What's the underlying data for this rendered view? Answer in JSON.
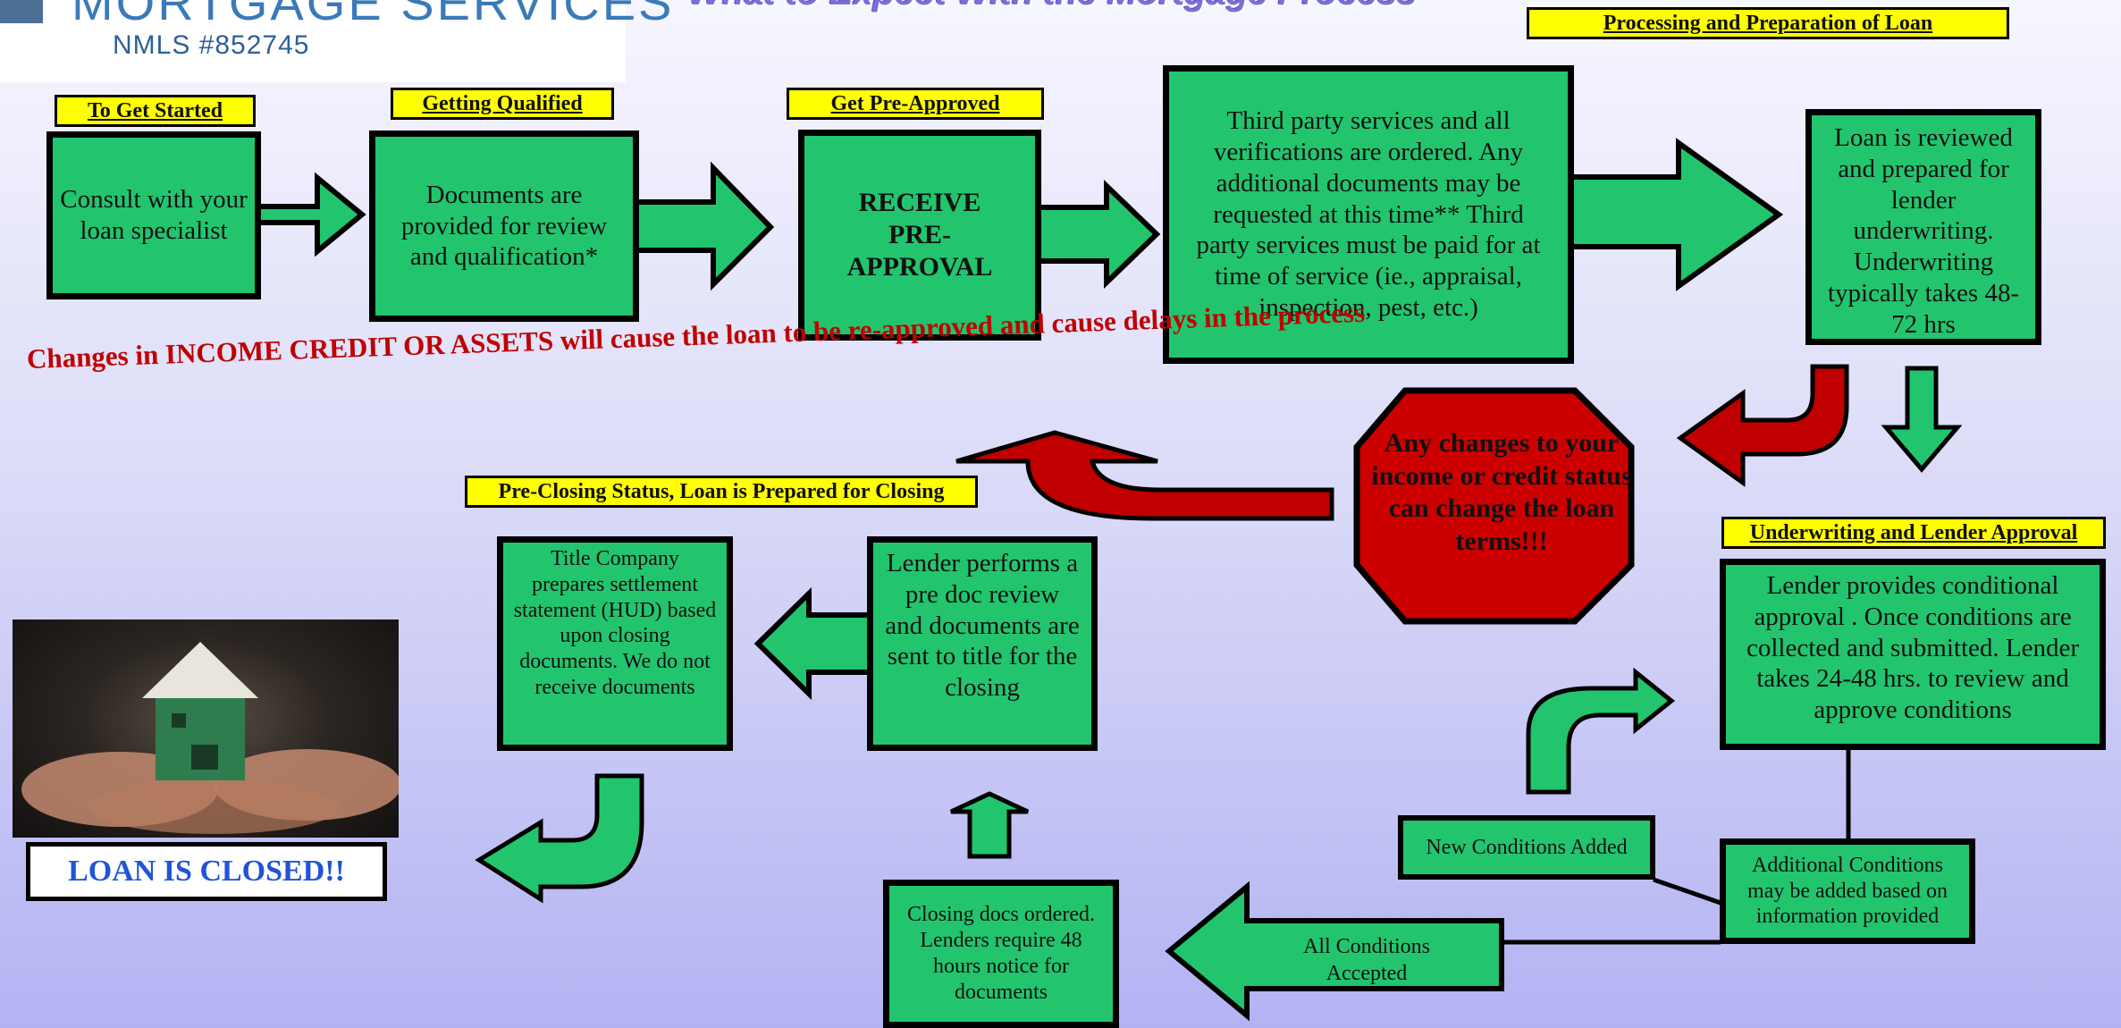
{
  "logo": {
    "name": "MORTGAGE SERVICES",
    "nmls": "NMLS #852745"
  },
  "headline": "What to Expect With the Mortgage Process",
  "labels": {
    "to_get_started": "To Get Started",
    "getting_qualified": "Getting Qualified",
    "get_pre_approved": "Get Pre-Approved",
    "processing": "Processing and Preparation of Loan",
    "pre_closing": "Pre-Closing Status, Loan is Prepared for Closing",
    "underwriting": "Underwriting and Lender Approval"
  },
  "boxes": {
    "consult": "Consult with your loan specialist",
    "documents": "Documents are provided for review and qualification*",
    "receive": "RECEIVE PRE-APPROVAL",
    "third_party": "Third party services and all verifications are ordered.  Any additional documents may be requested at this time**  Third party services must be paid for at time of service (ie., appraisal, inspection, pest, etc.)",
    "reviewed": "Loan is reviewed and prepared for lender underwriting. Underwriting typically takes 48-72 hrs",
    "conditional": "Lender provides conditional approval . Once conditions are collected and submitted. Lender takes 24-48 hrs. to review and approve conditions",
    "additional": "Additional Conditions may be added based  on information provided",
    "new_conditions": "New Conditions Added",
    "closing_docs": "Closing docs ordered. Lenders require 48 hours notice for documents",
    "pre_doc": "Lender performs a pre doc review and documents are sent to title for the closing",
    "title_company": "Title Company prepares settlement statement (HUD) based upon closing documents.  We do not receive documents"
  },
  "all_conditions": "All Conditions Accepted",
  "stop_sign": "Any changes to your income or credit status can change the loan terms!!!",
  "changes_note": "Changes in INCOME CREDIT OR ASSETS will cause the loan to be re-approved and cause delays in the process",
  "loan_closed": "LOAN IS CLOSED!!",
  "colors": {
    "box": "#22c56e",
    "label": "#ffff00",
    "stop": "#cc0000",
    "warning_text": "#c00000",
    "closed_text": "#1f55d6"
  }
}
